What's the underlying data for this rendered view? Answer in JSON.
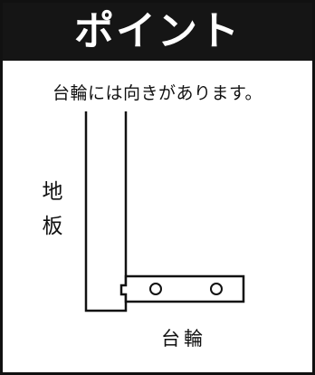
{
  "header": {
    "title": "ポイント"
  },
  "caption": "台輪には向きがあります。",
  "labels": {
    "board_line1": "地",
    "board_line2": "板",
    "base": "台輪"
  },
  "colors": {
    "border": "#111111",
    "header_bg": "#151515",
    "header_text": "#ffffff"
  }
}
